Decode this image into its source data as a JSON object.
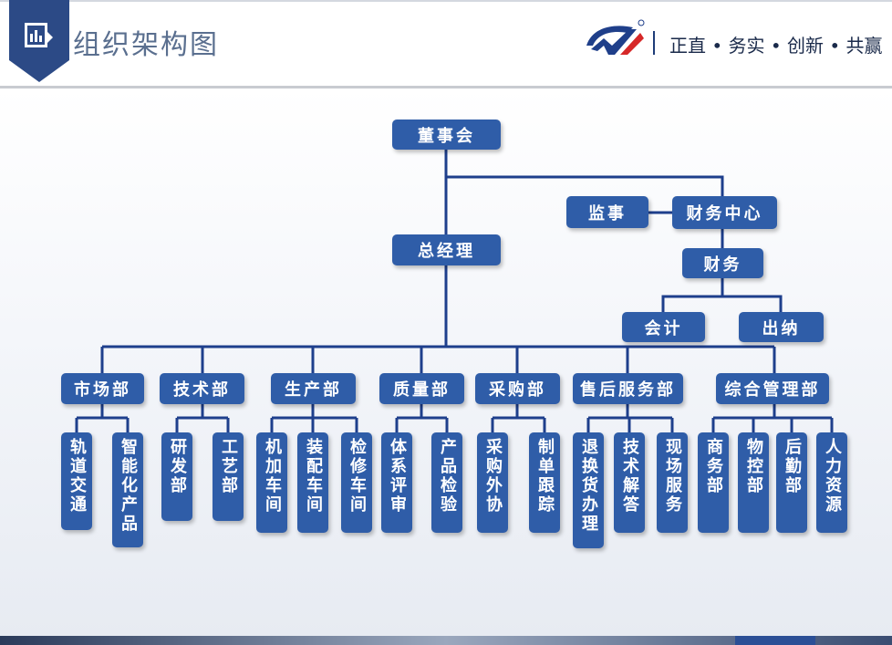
{
  "header": {
    "title": "组织架构图",
    "slogan": "正直 • 务实 • 创新 • 共赢"
  },
  "colors": {
    "box": "#2f5da8",
    "line": "#1e3f8c",
    "title_text": "#5a6f8f"
  },
  "icons": {
    "badge": "chart-doc-icon",
    "logo": "company-logo"
  },
  "org": {
    "board": "董事会",
    "supervisor": "监事",
    "finance_center": "财务中心",
    "finance": "财务",
    "accounting": "会计",
    "cashier": "出纳",
    "gm": "总经理",
    "departments": [
      {
        "name": "市场部",
        "subs": [
          "轨道交通",
          "智能化产品"
        ]
      },
      {
        "name": "技术部",
        "subs": [
          "研发部",
          "工艺部"
        ]
      },
      {
        "name": "生产部",
        "subs": [
          "机加车间",
          "装配车间",
          "检修车间"
        ]
      },
      {
        "name": "质量部",
        "subs": [
          "体系评审",
          "产品检验"
        ]
      },
      {
        "name": "采购部",
        "subs": [
          "采购外协",
          "制单跟踪"
        ]
      },
      {
        "name": "售后服务部",
        "subs": [
          "退换货办理",
          "技术解答",
          "现场服务"
        ]
      },
      {
        "name": "综合管理部",
        "subs": [
          "商务部",
          "物控部",
          "后勤部",
          "人力资源"
        ]
      }
    ]
  }
}
